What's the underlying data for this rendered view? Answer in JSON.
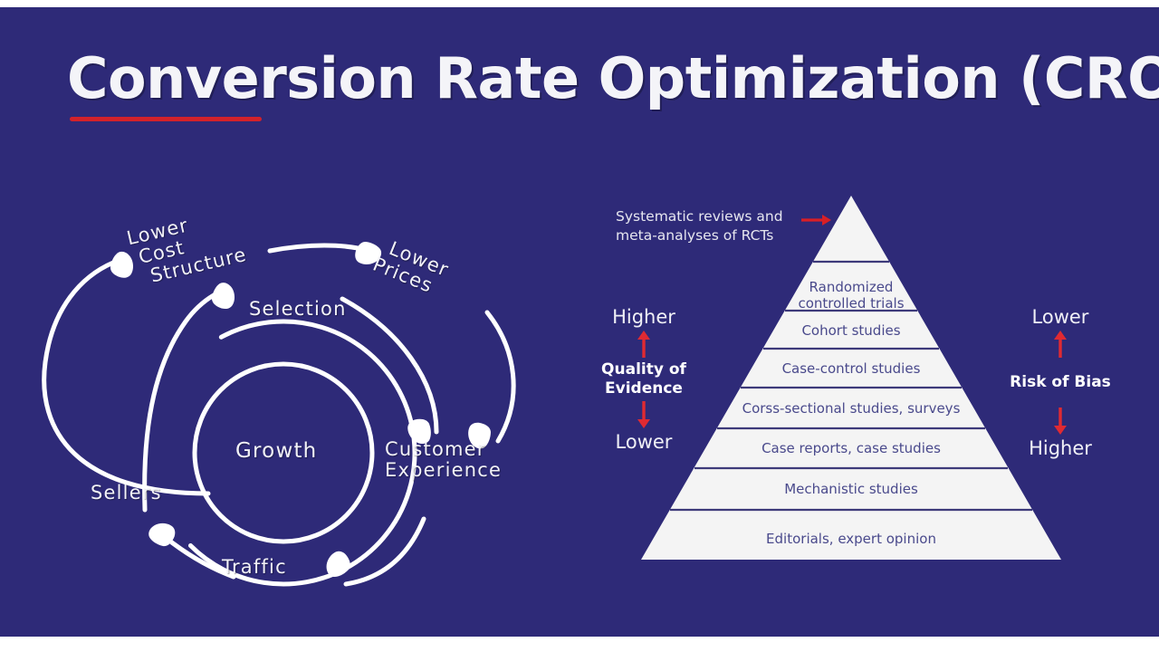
{
  "slide": {
    "background_color": "#2e2a78",
    "title": "Conversion Rate Optimization (CRO)",
    "title_underline_color": "#d3222a"
  },
  "flywheel": {
    "name": "growth-flywheel",
    "center_label": "Growth",
    "nodes": [
      {
        "id": "lower-cost-structure",
        "lines": [
          "Lower",
          "Cost",
          "Structure"
        ]
      },
      {
        "id": "lower-prices",
        "lines": [
          "Lower",
          "Prices"
        ]
      },
      {
        "id": "selection",
        "lines": [
          "Selection"
        ]
      },
      {
        "id": "customer-experience",
        "lines": [
          "Customer",
          "Experience"
        ]
      },
      {
        "id": "traffic",
        "lines": [
          "Traffic"
        ]
      },
      {
        "id": "sellers",
        "lines": [
          "Sellers"
        ]
      }
    ],
    "line_color": "#ffffff"
  },
  "pyramid": {
    "name": "evidence-hierarchy-pyramid",
    "fill_color": "#f4f4f4",
    "divider_color": "#3d3a7a",
    "callout": {
      "lines": [
        "Systematic reviews and",
        "meta-analyses of RCTs"
      ],
      "arrow_color": "#d81f26"
    },
    "rows": [
      {
        "label": "",
        "multiline": []
      },
      {
        "label": "Randomized controlled trials",
        "multiline": [
          "Randomized",
          "controlled trials"
        ]
      },
      {
        "label": "Cohort studies",
        "multiline": [
          "Cohort studies"
        ]
      },
      {
        "label": "Case-control studies",
        "multiline": [
          "Case-control studies"
        ]
      },
      {
        "label": "Corss-sectional studies, surveys",
        "multiline": [
          "Corss-sectional studies, surveys"
        ]
      },
      {
        "label": "Case reports, case studies",
        "multiline": [
          "Case reports, case studies"
        ]
      },
      {
        "label": "Mechanistic studies",
        "multiline": [
          "Mechanistic studies"
        ]
      },
      {
        "label": "Editorials, expert opinion",
        "multiline": [
          "Editorials, expert opinion"
        ]
      }
    ],
    "axis_left": {
      "top_label": "Higher",
      "name_lines": [
        "Quality of",
        "Evidence"
      ],
      "bottom_label": "Lower",
      "arrow_color": "#e02a32"
    },
    "axis_right": {
      "top_label": "Lower",
      "name_lines": [
        "Risk of Bias"
      ],
      "bottom_label": "Higher",
      "arrow_color": "#e02a32"
    }
  }
}
